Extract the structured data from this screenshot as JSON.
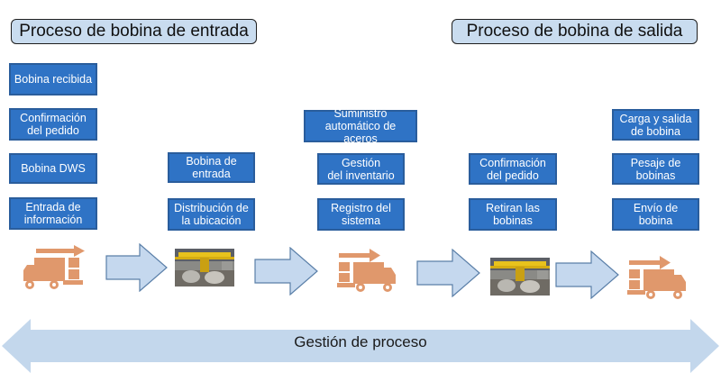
{
  "headers": {
    "inbound": "Proceso de bobina de entrada",
    "outbound": "Proceso de bobina de salida"
  },
  "columns": {
    "col1": [
      "Bobina recibida",
      "Confirmación\ndel pedido",
      "Bobina DWS",
      "Entrada de\ninformación"
    ],
    "col2": [
      "Bobina de\nentrada",
      "Distribución de\nla ubicación"
    ],
    "col3": [
      "Suministro\nautomático de aceros",
      "Gestión\ndel inventario",
      "Registro del\nsistema"
    ],
    "col4": [
      "Confirmación\ndel pedido",
      "Retiran las\nbobinas"
    ],
    "col5": [
      "Carga y salida\nde bobina",
      "Pesaje de\nbobinas",
      "Envío de\nbobina"
    ]
  },
  "footer": "Gestión de proceso",
  "colors": {
    "box_fill": "#2f73c5",
    "header_fill": "#c9dcef",
    "arrow_fill": "#c5d8ee",
    "icon_color": "#e0986c",
    "big_arrow_fill": "#c3d7ec"
  },
  "icons": [
    "truck-unloading-icon",
    "crane-photo",
    "truck-loading-icon",
    "crane-photo",
    "truck-loading-icon"
  ]
}
